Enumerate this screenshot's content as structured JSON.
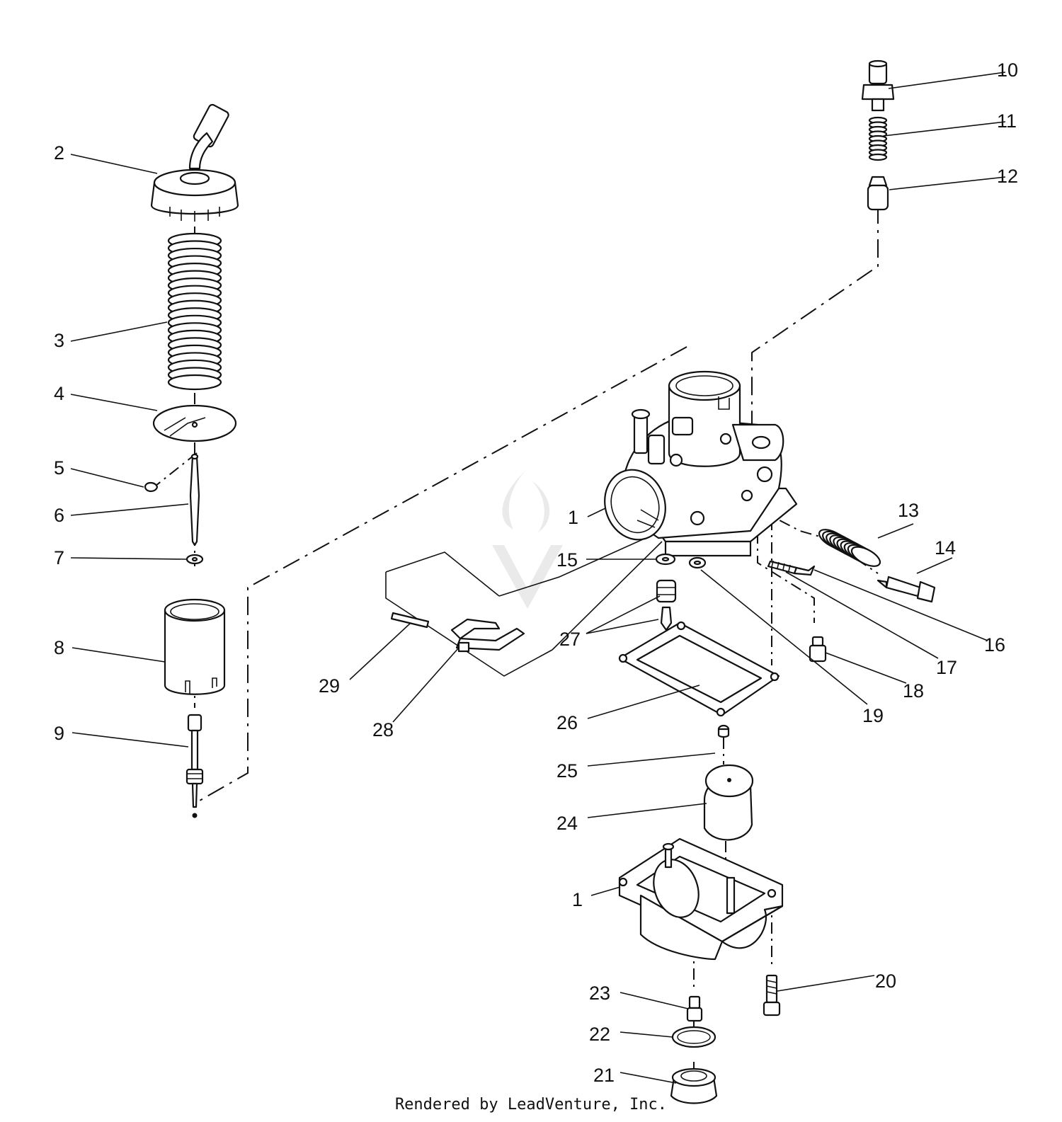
{
  "labels": {
    "p1a": "1",
    "p1b": "1",
    "p2": "2",
    "p3": "3",
    "p4": "4",
    "p5": "5",
    "p6": "6",
    "p7": "7",
    "p8": "8",
    "p9": "9",
    "p10": "10",
    "p11": "11",
    "p12": "12",
    "p13": "13",
    "p14": "14",
    "p15": "15",
    "p16": "16",
    "p17": "17",
    "p18": "18",
    "p19": "19",
    "p20": "20",
    "p21": "21",
    "p22": "22",
    "p23": "23",
    "p24": "24",
    "p25": "25",
    "p26": "26",
    "p27": "27",
    "p28": "28",
    "p29": "29"
  },
  "footer": "Rendered by LeadVenture, Inc."
}
